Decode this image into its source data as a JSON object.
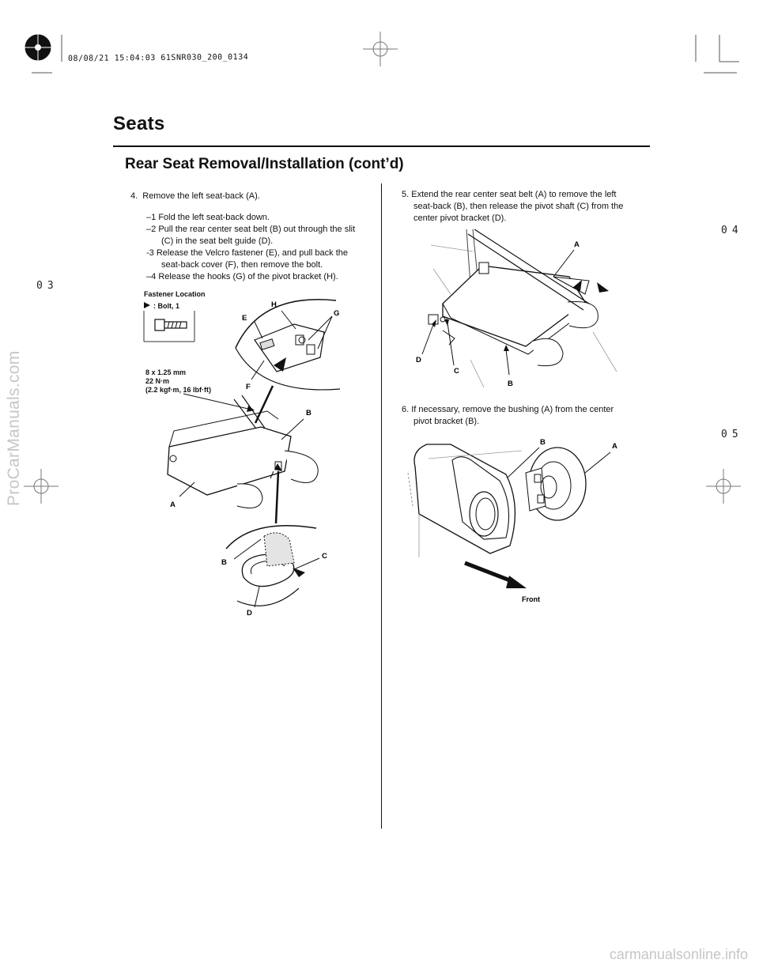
{
  "header": {
    "print_stamp": "08/08/21 15:04:03 61SNR030_200_0134"
  },
  "page_numbers": {
    "top_right": "04",
    "left": "03",
    "bottom_right": "05"
  },
  "watermarks": {
    "side": "ProCarManuals.com",
    "bottom": "carmanualsonline.info"
  },
  "title": "Seats",
  "subtitle": "Rear Seat Removal/Installation (cont’d)",
  "left_column": {
    "step4": {
      "number": "4.",
      "text": "Remove the left seat-back (A).",
      "substeps": [
        {
          "num": "–1",
          "text": "Fold the left seat-back down."
        },
        {
          "num": "–2",
          "text": "Pull the rear center seat belt (B) out through the slit (C) in the seat belt guide (D)."
        },
        {
          "num": "-3",
          "text": "Release the Velcro fastener (E), and pull back the seat-back cover (F), then remove the bolt."
        },
        {
          "num": "–4",
          "text": "Release the hooks (G) of the pivot bracket (H)."
        }
      ]
    },
    "figure": {
      "fastener_location": "Fastener Location",
      "bolt_label": ": Bolt, 1",
      "torque_lines": [
        "8 x 1.25 mm",
        "22 N·m",
        "(2.2 kgf·m, 16 lbf·ft)"
      ],
      "labels": {
        "H": "H",
        "E": "E",
        "G": "G",
        "F": "F",
        "B": "B",
        "A": "A",
        "B2": "B",
        "C": "C",
        "D": "D"
      }
    }
  },
  "right_column": {
    "step5": {
      "number": "5.",
      "text": "Extend the rear center seat belt (A) to remove the left seat-back (B), then release the pivot shaft (C) from the center pivot bracket (D).",
      "labels": {
        "A": "A",
        "D": "D",
        "C": "C",
        "B": "B"
      }
    },
    "step6": {
      "number": "6.",
      "text": "If necessary, remove the bushing (A) from the center pivot bracket (B).",
      "labels": {
        "B": "B",
        "A": "A",
        "front": "Front"
      }
    }
  }
}
